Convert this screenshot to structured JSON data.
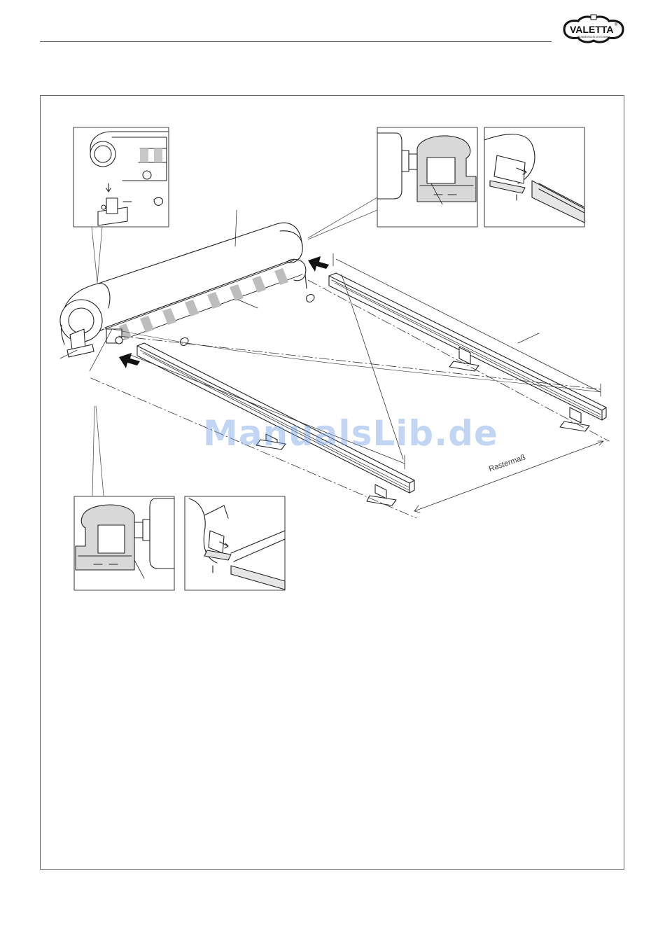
{
  "brand": {
    "name": "VALETTA",
    "registered": "®",
    "tagline": "SONNENSCHUTZTECHNIK"
  },
  "diagram": {
    "dimension_label": "Rastermaß"
  },
  "watermark": "ManualsLib.de",
  "colors": {
    "line": "#222222",
    "fabric_stripe": "#b9b9b9",
    "watermark": "#78a5e6"
  }
}
